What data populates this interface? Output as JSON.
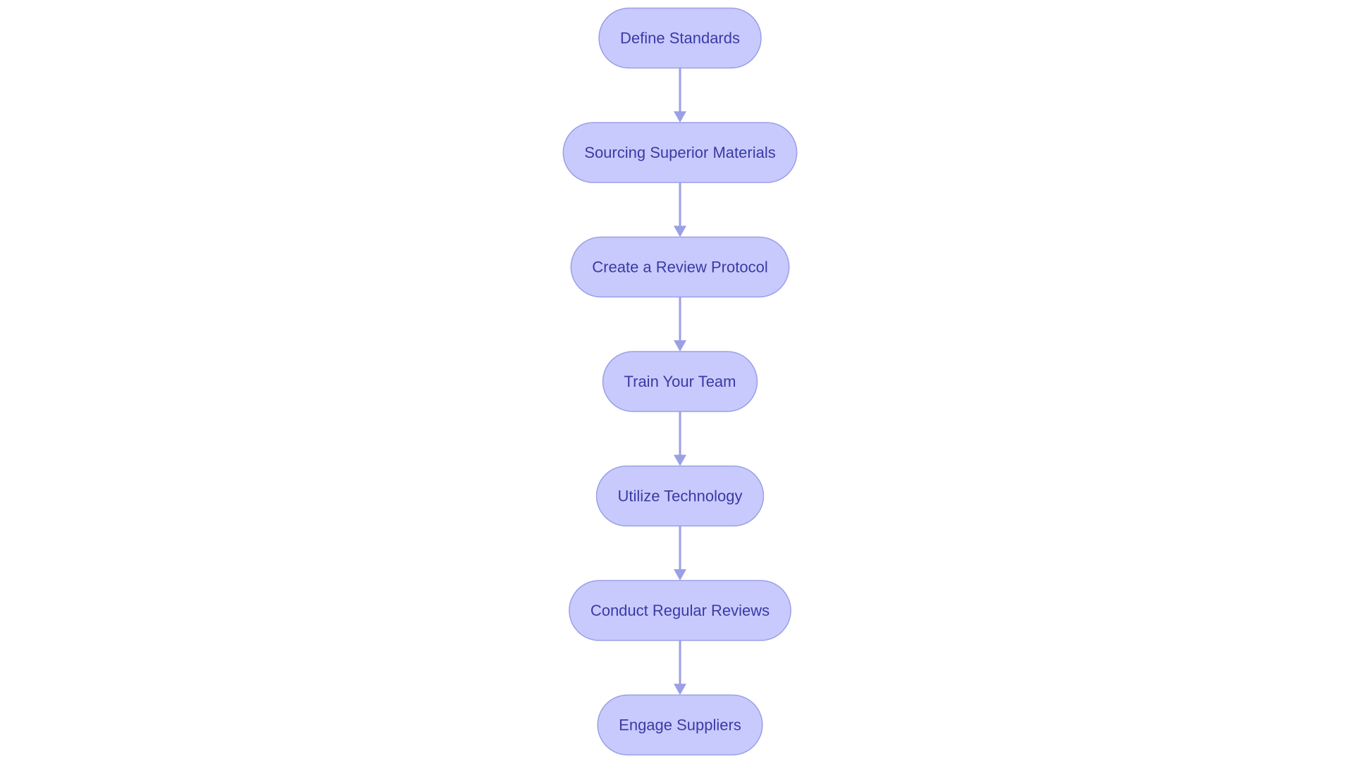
{
  "diagram": {
    "type": "flowchart",
    "direction": "top-to-bottom",
    "colors": {
      "node_fill": "#c8cafd",
      "node_stroke": "#9a9fe6",
      "node_text": "#3a3aa4",
      "edge": "#9a9fe6",
      "background": "#ffffff"
    },
    "nodes": [
      {
        "id": "define-standards",
        "label": "Define Standards"
      },
      {
        "id": "sourcing-superior-materials",
        "label": "Sourcing Superior Materials"
      },
      {
        "id": "create-review-protocol",
        "label": "Create a Review Protocol"
      },
      {
        "id": "train-your-team",
        "label": "Train Your Team"
      },
      {
        "id": "utilize-technology",
        "label": "Utilize Technology"
      },
      {
        "id": "conduct-regular-reviews",
        "label": "Conduct Regular Reviews"
      },
      {
        "id": "engage-suppliers",
        "label": "Engage Suppliers"
      }
    ],
    "edges": [
      {
        "from": "define-standards",
        "to": "sourcing-superior-materials"
      },
      {
        "from": "sourcing-superior-materials",
        "to": "create-review-protocol"
      },
      {
        "from": "create-review-protocol",
        "to": "train-your-team"
      },
      {
        "from": "train-your-team",
        "to": "utilize-technology"
      },
      {
        "from": "utilize-technology",
        "to": "conduct-regular-reviews"
      },
      {
        "from": "conduct-regular-reviews",
        "to": "engage-suppliers"
      }
    ]
  }
}
